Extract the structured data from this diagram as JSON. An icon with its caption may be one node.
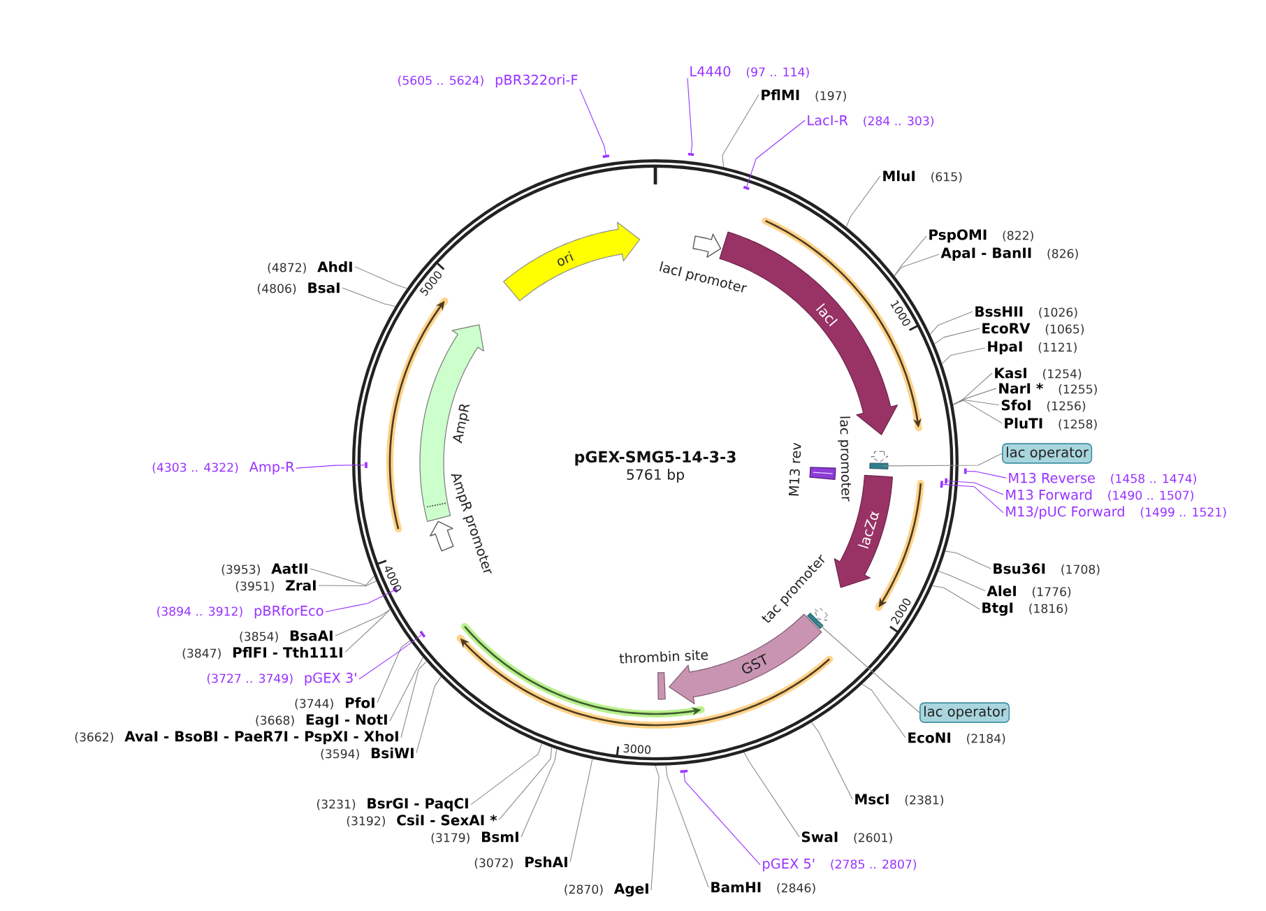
{
  "diagram": {
    "title": "pGEX-SMG5-14-3-3",
    "nodes": [
      {
        "text": [],
        "shape": "circle"
      },
      {
        "text": [
          "ori"
        ],
        "in": 0
      },
      {
        "text": [
          "lacI promoter"
        ],
        "in": 0
      },
      {
        "text": [
          "lacI"
        ],
        "in": 0
      },
      {
        "text": [
          "lac promoter"
        ],
        "in": 0
      },
      {
        "text": [],
        "shape": "box",
        "in": 0
      },
      {
        "text": [
          "M13 rev"
        ],
        "in": 0
      },
      {
        "text": [
          "lacZα"
        ],
        "in": 0
      },
      {
        "text": [
          "tac promoter"
        ],
        "in": 0
      },
      {
        "text": [],
        "shape": "box",
        "in": 0
      },
      {
        "text": [
          "GST"
        ],
        "in": 0
      },
      {
        "text": [
          "thrombin site"
        ],
        "in": 0
      },
      {
        "text": [
          "AmpR"
        ],
        "in": 0
      },
      {
        "text": [
          "AmpR promoter"
        ],
        "in": 0
      },
      {
        "text": [
          "L4440",
          "(97 .. 114)"
        ]
      },
      {
        "text": [
          "PflMI",
          "(197)"
        ]
      },
      {
        "text": [
          "LacI-R",
          "(284 .. 303)"
        ]
      },
      {
        "text": [
          "MluI",
          "(615)"
        ]
      },
      {
        "text": [
          "PspOMI",
          "(822)"
        ]
      },
      {
        "text": [
          "ApaI - BanII",
          "(826)"
        ]
      },
      {
        "text": [
          "BssHII",
          "(1026)"
        ]
      },
      {
        "text": [
          "EcoRV",
          "(1065)"
        ]
      },
      {
        "text": [
          "HpaI",
          "(1121)"
        ]
      },
      {
        "text": [
          "KasI",
          "(1254)"
        ]
      },
      {
        "text": [
          "NarI *",
          "(1255)"
        ]
      },
      {
        "text": [
          "SfoI",
          "(1256)"
        ]
      },
      {
        "text": [
          "PluTI",
          "(1258)"
        ]
      },
      {
        "text": [
          "lac operator"
        ]
      },
      {
        "text": [
          "M13 Reverse",
          "(1458 .. 1474)"
        ]
      },
      {
        "text": [
          "M13 Forward",
          "(1490 .. 1507)"
        ]
      },
      {
        "text": [
          "M13/pUC Forward",
          "(1499 .. 1521)"
        ]
      },
      {
        "text": [
          "Bsu36I",
          "(1708)"
        ]
      },
      {
        "text": [
          "AleI",
          "(1776)"
        ]
      },
      {
        "text": [
          "BtgI",
          "(1816)"
        ]
      },
      {
        "text": [
          "lac operator"
        ]
      },
      {
        "text": [
          "EcoNI",
          "(2184)"
        ]
      },
      {
        "text": [
          "MscI",
          "(2381)"
        ]
      },
      {
        "text": [
          "SwaI",
          "(2601)"
        ]
      },
      {
        "text": [
          "pGEX 5'",
          "(2785 .. 2807)"
        ]
      },
      {
        "text": [
          "BamHI",
          "(2846)"
        ]
      },
      {
        "text": [
          "(2870)",
          "AgeI"
        ]
      },
      {
        "text": [
          "(3072)",
          "PshAI"
        ]
      },
      {
        "text": [
          "(3179)",
          "BsmI"
        ]
      },
      {
        "text": [
          "(3192)",
          "CsiI - SexAI *"
        ]
      },
      {
        "text": [
          "(3231)",
          "BsrGI - PaqCI"
        ]
      },
      {
        "text": [
          "(3594)",
          "BsiWI"
        ]
      },
      {
        "text": [
          "(3662)",
          "AvaI - BsoBI - PaeR7I - PspXI - XhoI"
        ]
      },
      {
        "text": [
          "(3668)",
          "EagI - NotI"
        ]
      },
      {
        "text": [
          "(3744)",
          "PfoI"
        ]
      },
      {
        "text": [
          "(3727 .. 3749)",
          "pGEX 3'"
        ]
      },
      {
        "text": [
          "(3847)",
          "PflFI - Tth111I"
        ]
      },
      {
        "text": [
          "(3854)",
          "BsaAI"
        ]
      },
      {
        "text": [
          "(3894 .. 3912)",
          "pBRforEco"
        ]
      },
      {
        "text": [
          "(3951)",
          "ZraI"
        ]
      },
      {
        "text": [
          "(3953)",
          "AatII"
        ]
      },
      {
        "text": [
          "(4303 .. 4322)",
          "Amp-R"
        ]
      },
      {
        "text": [
          "(4806)",
          "BsaI"
        ]
      },
      {
        "text": [
          "(4872)",
          "AhdI"
        ]
      },
      {
        "text": [
          "(5605 .. 5624)",
          "pBR322ori-F"
        ]
      },
      {
        "text": [],
        "shape": "bar"
      },
      {
        "text": [],
        "shape": "bar",
        "in": 0
      },
      {
        "text": [],
        "shape": "bar"
      },
      {
        "text": [],
        "shape": "bar",
        "in": 0
      },
      {
        "text": [],
        "shape": "bar",
        "in": 0
      },
      {
        "text": [],
        "shape": "bar"
      },
      {
        "text": [],
        "shape": "bar",
        "in": 0
      },
      {
        "text": [],
        "shape": "bar",
        "in": 0
      },
      {
        "text": [],
        "shape": "bar",
        "in": 0
      },
      {
        "text": [],
        "shape": "bar"
      }
    ],
    "edges": [
      {
        "from": 14,
        "to": 59,
        "arrow": "none",
        "color": "#9933ff"
      },
      {
        "from": 15,
        "to": 0,
        "arrow": "none"
      },
      {
        "from": 16,
        "to": 60,
        "arrow": "none",
        "color": "#9933ff"
      },
      {
        "from": 17,
        "to": 0,
        "arrow": "none"
      },
      {
        "from": 18,
        "to": 0,
        "arrow": "none"
      },
      {
        "from": 19,
        "to": 0,
        "arrow": "none"
      },
      {
        "from": 20,
        "to": 0,
        "arrow": "none"
      },
      {
        "from": 21,
        "to": 0,
        "arrow": "none"
      },
      {
        "from": 22,
        "to": 0,
        "arrow": "none"
      },
      {
        "from": 23,
        "to": 0,
        "arrow": "none"
      },
      {
        "from": 24,
        "to": 0,
        "arrow": "none"
      },
      {
        "from": 25,
        "to": 0,
        "arrow": "none"
      },
      {
        "from": 26,
        "to": 0,
        "arrow": "none"
      },
      {
        "from": 27,
        "to": 5,
        "arrow": "none"
      },
      {
        "from": 28,
        "to": 61,
        "arrow": "none",
        "color": "#9933ff"
      },
      {
        "from": 29,
        "to": 62,
        "arrow": "none",
        "color": "#9933ff"
      },
      {
        "from": 30,
        "to": 63,
        "arrow": "none",
        "color": "#9933ff"
      },
      {
        "from": 31,
        "to": 0,
        "arrow": "none"
      },
      {
        "from": 32,
        "to": 0,
        "arrow": "none"
      },
      {
        "from": 33,
        "to": 0,
        "arrow": "none"
      },
      {
        "from": 34,
        "to": 9,
        "arrow": "none"
      },
      {
        "from": 35,
        "to": 0,
        "arrow": "none"
      },
      {
        "from": 36,
        "to": 0,
        "arrow": "none"
      },
      {
        "from": 37,
        "to": 0,
        "arrow": "none"
      },
      {
        "from": 38,
        "to": 64,
        "arrow": "none",
        "color": "#9933ff"
      },
      {
        "from": 39,
        "to": 0,
        "arrow": "none"
      },
      {
        "from": 40,
        "to": 0,
        "arrow": "none"
      },
      {
        "from": 41,
        "to": 0,
        "arrow": "none"
      },
      {
        "from": 42,
        "to": 0,
        "arrow": "none"
      },
      {
        "from": 43,
        "to": 0,
        "arrow": "none"
      },
      {
        "from": 44,
        "to": 0,
        "arrow": "none"
      },
      {
        "from": 45,
        "to": 0,
        "arrow": "none"
      },
      {
        "from": 46,
        "to": 0,
        "arrow": "none"
      },
      {
        "from": 47,
        "to": 0,
        "arrow": "none"
      },
      {
        "from": 48,
        "to": 0,
        "arrow": "none"
      },
      {
        "from": 49,
        "to": 65,
        "arrow": "none",
        "color": "#9933ff"
      },
      {
        "from": 50,
        "to": 0,
        "arrow": "none"
      },
      {
        "from": 51,
        "to": 0,
        "arrow": "none"
      },
      {
        "from": 52,
        "to": 66,
        "arrow": "none",
        "color": "#9933ff"
      },
      {
        "from": 53,
        "to": 0,
        "arrow": "none"
      },
      {
        "from": 54,
        "to": 0,
        "arrow": "none"
      },
      {
        "from": 55,
        "to": 67,
        "arrow": "none",
        "color": "#9933ff"
      },
      {
        "from": 56,
        "to": 0,
        "arrow": "none"
      },
      {
        "from": 57,
        "to": 0,
        "arrow": "none"
      },
      {
        "from": 58,
        "to": 68,
        "arrow": "none",
        "color": "#9933ff"
      }
    ],
    "labels": [
      "5761 bp",
      "1000",
      "2000",
      "3000",
      "4000",
      "5000"
    ]
  }
}
